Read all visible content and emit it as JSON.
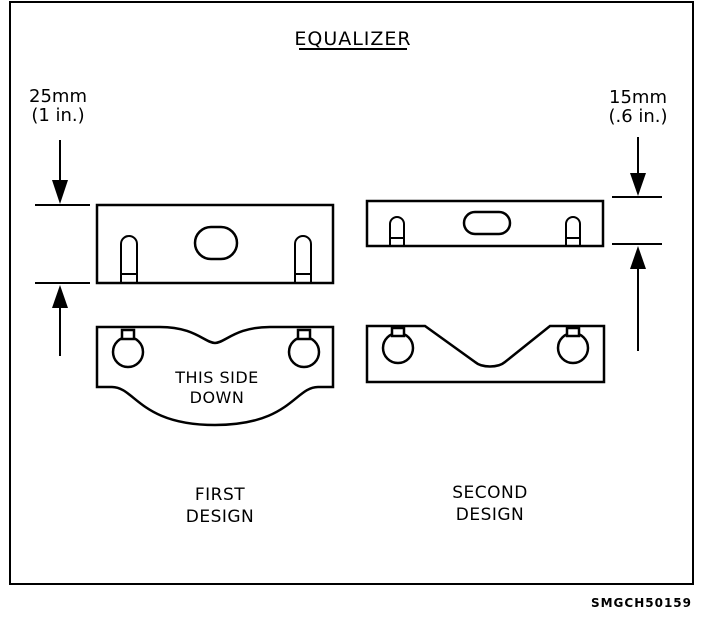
{
  "title": "EQUALIZER",
  "first": {
    "dim_metric": "25mm",
    "dim_imperial": "(1 in.)",
    "note_line1": "THIS SIDE",
    "note_line2": "DOWN",
    "caption_line1": "FIRST",
    "caption_line2": "DESIGN"
  },
  "second": {
    "dim_metric": "15mm",
    "dim_imperial": "(.6 in.)",
    "caption_line1": "SECOND",
    "caption_line2": "DESIGN"
  },
  "figure_code": "SMGCH50159"
}
